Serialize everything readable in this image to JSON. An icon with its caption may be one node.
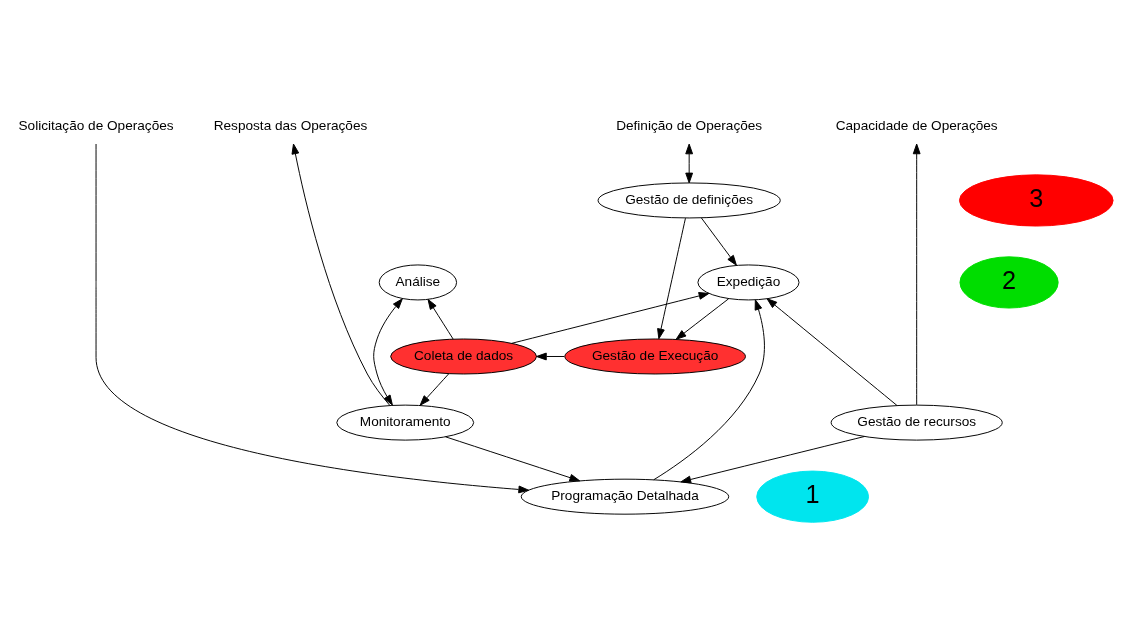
{
  "diagram": {
    "nodes": [
      {
        "text": [
          "Definição de Operações"
        ]
      },
      {
        "text": [
          "Capacidade de Operações"
        ]
      },
      {
        "text": [
          "Solicitação de Operações"
        ]
      },
      {
        "text": [
          "Resposta das Operações"
        ]
      },
      {
        "text": [
          "Programação Detalhada"
        ]
      },
      {
        "text": [
          "Monitoramento"
        ]
      },
      {
        "text": [
          "Gestão de recursos"
        ]
      },
      {
        "text": [
          "Expedição"
        ]
      },
      {
        "text": [
          "Análise"
        ]
      },
      {
        "text": [
          "Gestão de definições"
        ]
      },
      {
        "text": [
          "Coleta de dados"
        ]
      },
      {
        "text": [
          "Gestão de Execução"
        ]
      },
      {
        "text": [
          "1"
        ]
      },
      {
        "text": [
          "2"
        ]
      },
      {
        "text": [
          "3"
        ]
      }
    ],
    "edges": [
      {
        "from": 2,
        "to": 4,
        "arrow": "to"
      },
      {
        "from": 6,
        "to": 1,
        "arrow": "to"
      },
      {
        "from": 6,
        "to": 4,
        "arrow": "to"
      },
      {
        "from": 5,
        "to": 4,
        "arrow": "to"
      },
      {
        "from": 5,
        "to": 3,
        "arrow": "to"
      },
      {
        "from": 4,
        "to": 7,
        "arrow": "to"
      },
      {
        "from": 6,
        "to": 7,
        "arrow": "to"
      },
      {
        "from": 5,
        "to": 8,
        "arrow": "both"
      },
      {
        "from": 10,
        "to": 5,
        "arrow": "to"
      },
      {
        "from": 10,
        "to": 7,
        "arrow": "to"
      },
      {
        "from": 9,
        "to": 7,
        "arrow": "to"
      },
      {
        "from": 0,
        "to": 9,
        "arrow": "both"
      },
      {
        "from": 7,
        "to": 11,
        "arrow": "to"
      },
      {
        "from": 9,
        "to": 11,
        "arrow": "to"
      },
      {
        "from": 11,
        "to": 10,
        "arrow": "to"
      },
      {
        "from": 10,
        "to": 8,
        "arrow": "to"
      }
    ]
  }
}
